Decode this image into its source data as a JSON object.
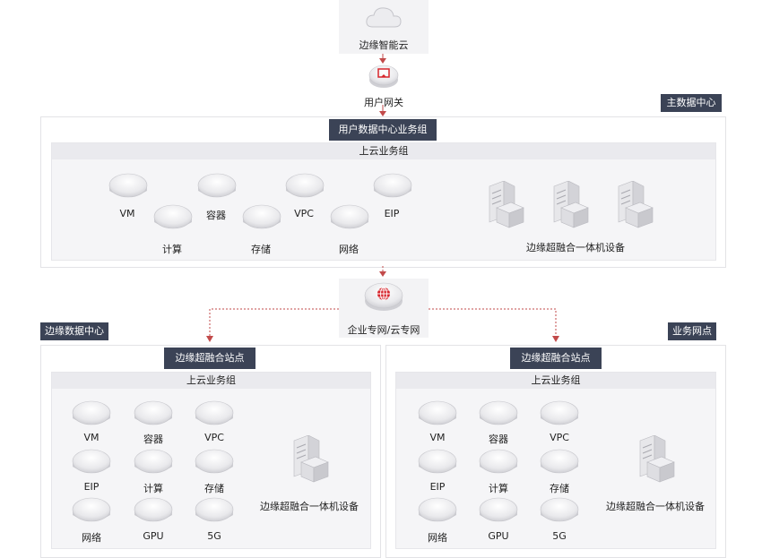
{
  "top": {
    "cloud_label": "边缘智能云",
    "gateway_label": "用户网关",
    "wan_label": "企业专网/云专网"
  },
  "main_dc": {
    "badge": "主数据中心",
    "group_tag": "用户数据中心业务组",
    "sub_group": "上云业务组",
    "disks": [
      "VM",
      "计算",
      "容器",
      "存储",
      "VPC",
      "网络",
      "EIP"
    ],
    "appliance_label": "边缘超融合一体机设备"
  },
  "edge_dc": {
    "badge": "边缘数据中心",
    "site_tag": "边缘超融合站点",
    "sub_group": "上云业务组",
    "disks": [
      "VM",
      "容器",
      "VPC",
      "EIP",
      "计算",
      "存储",
      "网络",
      "GPU",
      "5G"
    ],
    "appliance_label": "边缘超融合一体机设备"
  },
  "biz_site": {
    "badge": "业务网点",
    "site_tag": "边缘超融合站点",
    "sub_group": "上云业务组",
    "disks": [
      "VM",
      "容器",
      "VPC",
      "EIP",
      "计算",
      "存储",
      "网络",
      "GPU",
      "5G"
    ],
    "appliance_label": "边缘超融合一体机设备"
  },
  "colors": {
    "accent": "#d7262d",
    "tag_bg": "#3b4356",
    "panel_bg": "#f3f3f5"
  }
}
